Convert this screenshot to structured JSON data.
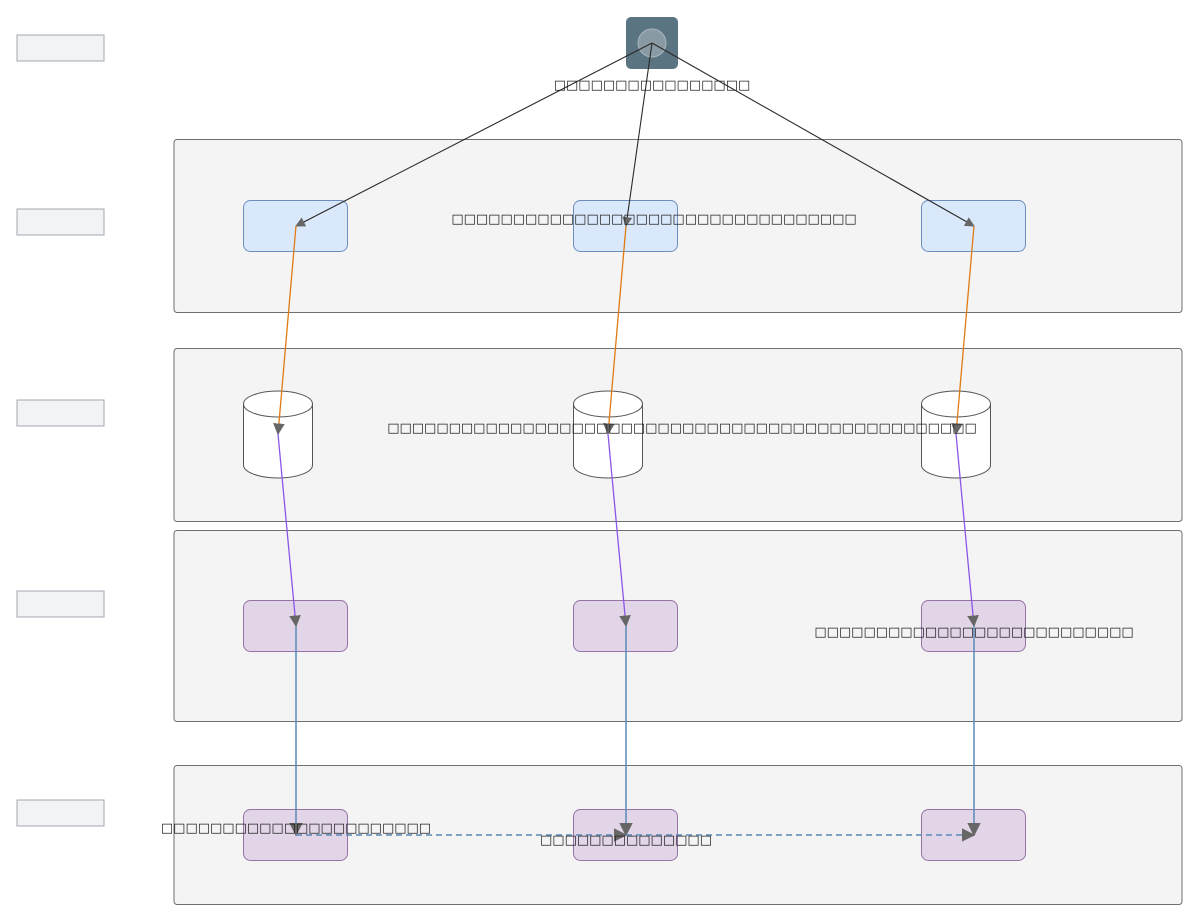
{
  "diagram": {
    "source_label": "□□□□□□□□□□□□□□□□",
    "lanes": [
      {
        "id": "lane-1",
        "label": "□□□□□□□□□□□□□□□□□□□□□□□□□□□□□□□□□"
      },
      {
        "id": "lane-2",
        "label": "□□□□□□□□□□□□□□□□□□□□□□□□□□□□□□□□□□□□□□□□□□□□□□□□"
      },
      {
        "id": "lane-3",
        "label": "□□□□□□□□□□□□□□□□□□□□□□□□□□"
      },
      {
        "id": "lane-4",
        "label": "□□□□□□□□□□□□□□□□□□□□□□"
      }
    ],
    "lane4_secondary_label": "□□□□□□□□□□□□□□",
    "side_tabs": [
      "",
      "",
      "",
      "",
      ""
    ],
    "colors": {
      "lane_bg": "#f4f4f4",
      "blue_node": "#dae8fc",
      "purple_node": "#e1d5e7",
      "source_node": "#5b7482",
      "edge_orange": "#e07a10",
      "edge_violet": "#8b55e8",
      "edge_blue": "#5a8ab8"
    }
  }
}
